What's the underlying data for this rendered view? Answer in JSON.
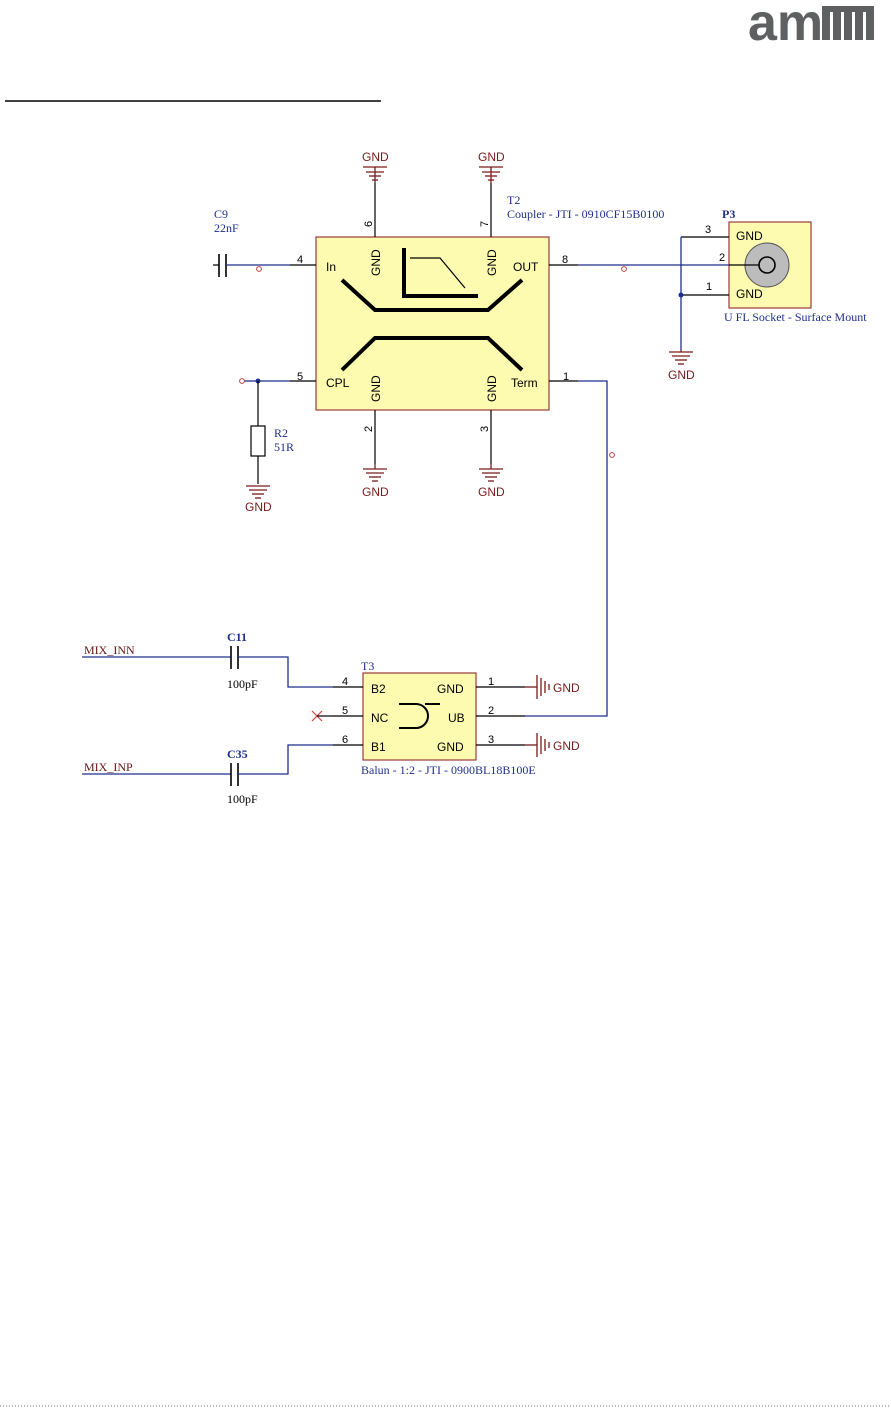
{
  "logo": {
    "text": "am",
    "mark": "logo-mark"
  },
  "colors": {
    "wire": "#1f2f8f",
    "ground": "#7a1a1a",
    "component_fill": "#fdfbb0",
    "component_border": "#9a3b3b",
    "logo_gray": "#5f6062"
  },
  "ground_label": "GND",
  "coupler": {
    "designator": "T2",
    "part": "Coupler - JTI - 0910CF15B0100",
    "pins": {
      "in": "In",
      "out": "OUT",
      "cpl": "CPL",
      "term": "Term",
      "gnd_a": "GND",
      "gnd_b": "GND",
      "gnd_c": "GND",
      "gnd_d": "GND"
    },
    "pin_numbers": {
      "in": "4",
      "out": "8",
      "cpl": "5",
      "term": "1",
      "top_left": "6",
      "top_right": "7",
      "bottom_left": "2",
      "bottom_right": "3"
    }
  },
  "c9": {
    "designator": "C9",
    "value": "22nF"
  },
  "r2": {
    "designator": "R2",
    "value": "51R"
  },
  "connector": {
    "designator": "P3",
    "part": "U FL Socket - Surface Mount",
    "pins": {
      "top": "GND",
      "bottom": "GND"
    },
    "pin_numbers": {
      "top": "3",
      "middle": "2",
      "bottom": "1"
    }
  },
  "c11": {
    "designator": "C11",
    "value": "100pF"
  },
  "c35": {
    "designator": "C35",
    "value": "100pF"
  },
  "nets": {
    "inn": "MIX_INN",
    "inp": "MIX_INP"
  },
  "balun": {
    "designator": "T3",
    "part": "Balun - 1:2 - JTI - 0900BL18B100E",
    "pins": {
      "b2": "B2",
      "nc": "NC",
      "b1": "B1",
      "gnd_top": "GND",
      "ub": "UB",
      "gnd_bottom": "GND"
    },
    "pin_numbers": {
      "b2": "4",
      "nc": "5",
      "b1": "6",
      "gnd_top": "1",
      "ub": "2",
      "gnd_bottom": "3"
    }
  }
}
